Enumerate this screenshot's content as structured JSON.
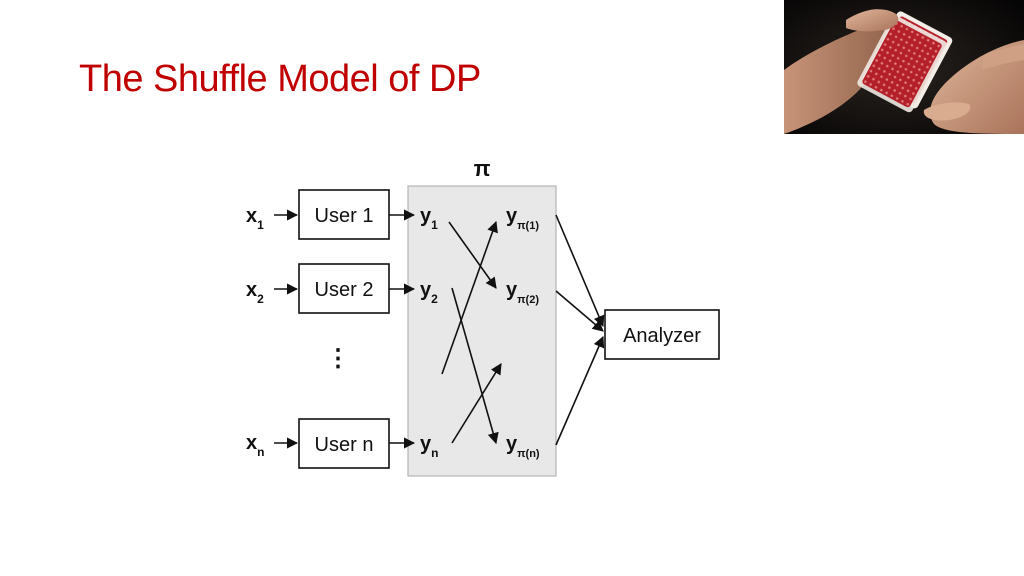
{
  "slide": {
    "title": "The Shuffle Model of DP"
  },
  "photo": {
    "icon": "shuffling-cards-photo"
  },
  "diagram": {
    "shuffler_label": "π",
    "inputs": [
      {
        "var": "x",
        "sub": "1",
        "user": "User 1",
        "out_var": "y",
        "out_sub": "1"
      },
      {
        "var": "x",
        "sub": "2",
        "user": "User 2",
        "out_var": "y",
        "out_sub": "2"
      },
      {
        "var": "x",
        "sub": "n",
        "user": "User n",
        "out_var": "y",
        "out_sub": "n"
      }
    ],
    "ellipsis": "⋮",
    "outputs": [
      {
        "var": "y",
        "sub": "π(1)"
      },
      {
        "var": "y",
        "sub": "π(2)"
      },
      {
        "var": "y",
        "sub": "π(n)"
      }
    ],
    "analyzer": "Analyzer",
    "colors": {
      "box_fill": "#e8e8e8",
      "box_stroke": "#b5b5b5",
      "line": "#111111",
      "title": "#c00000"
    }
  }
}
